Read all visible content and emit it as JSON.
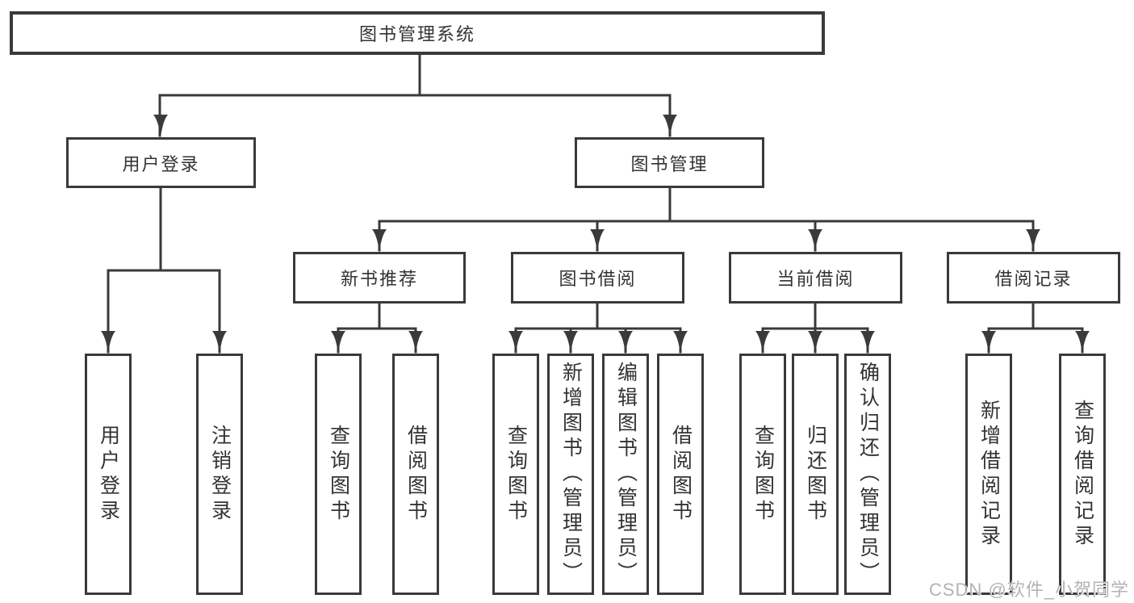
{
  "root": {
    "label": "图书管理系统"
  },
  "tree": {
    "user_login": {
      "label": "用户登录",
      "children": [
        {
          "label": "用户登录"
        },
        {
          "label": "注销登录"
        }
      ]
    },
    "book_mgmt": {
      "label": "图书管理",
      "children": [
        {
          "label": "新书推荐",
          "children": [
            {
              "label": "查询图书"
            },
            {
              "label": "借阅图书"
            }
          ]
        },
        {
          "label": "图书借阅",
          "children": [
            {
              "label": "查询图书"
            },
            {
              "label": "新增图书（管理员）"
            },
            {
              "label": "编辑图书（管理员）"
            },
            {
              "label": "借阅图书"
            }
          ]
        },
        {
          "label": "当前借阅",
          "children": [
            {
              "label": "查询图书"
            },
            {
              "label": "归还图书"
            },
            {
              "label": "确认归还（管理员）"
            }
          ]
        },
        {
          "label": "借阅记录",
          "children": [
            {
              "label": "新增借阅记录"
            },
            {
              "label": "查询借阅记录"
            }
          ]
        }
      ]
    }
  },
  "watermark": "CSDN @软件_小贺同学",
  "colors": {
    "line": "#3a3a3c",
    "text": "#333333",
    "watermark": "#b3b3b3",
    "background": "#ffffff"
  }
}
